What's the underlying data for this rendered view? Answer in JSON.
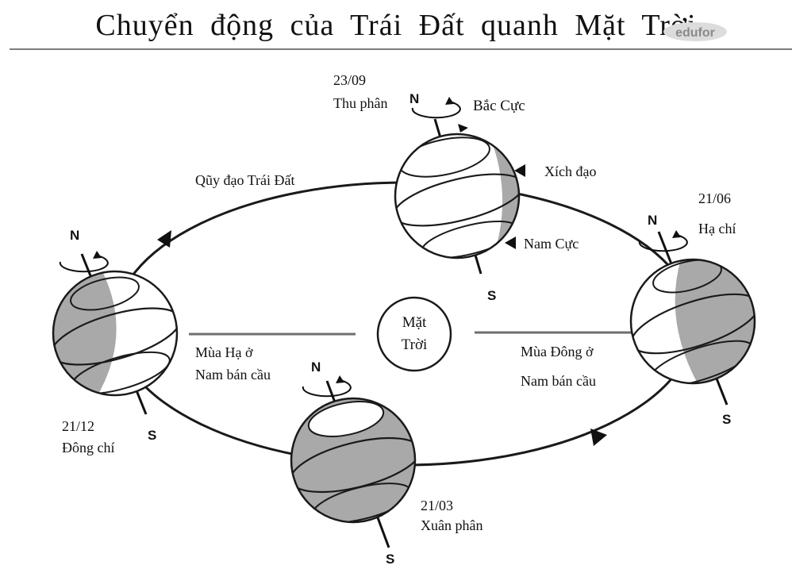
{
  "title": "Chuyển động của Trái Đất quanh Mặt Trời",
  "logo_text": "edufor",
  "colors": {
    "globe_shade": "#a9a9a9",
    "globe_light": "#ffffff",
    "line": "#1a1a1a"
  },
  "orbit_label": "Qũy đạo Trái Đất",
  "sun_label": {
    "line1": "Mặt",
    "line2": "Trời"
  },
  "hemisphere_labels": {
    "left": {
      "line1": "Mùa Hạ ở",
      "line2": "Nam bán cầu"
    },
    "right": {
      "line1": "Mùa Đông ở",
      "line2": "Nam bán cầu"
    }
  },
  "globe_parts": {
    "north_pole": "Bắc Cực",
    "equator": "Xích đạo",
    "south_pole": "Nam Cực"
  },
  "pole_letters": {
    "north": "N",
    "south": "S"
  },
  "positions": {
    "autumn": {
      "date": "23/09",
      "name": "Thu phân"
    },
    "summer": {
      "date": "21/06",
      "name": "Hạ chí"
    },
    "winter": {
      "date": "21/12",
      "name": "Đông chí"
    },
    "spring": {
      "date": "21/03",
      "name": "Xuân phân"
    }
  }
}
